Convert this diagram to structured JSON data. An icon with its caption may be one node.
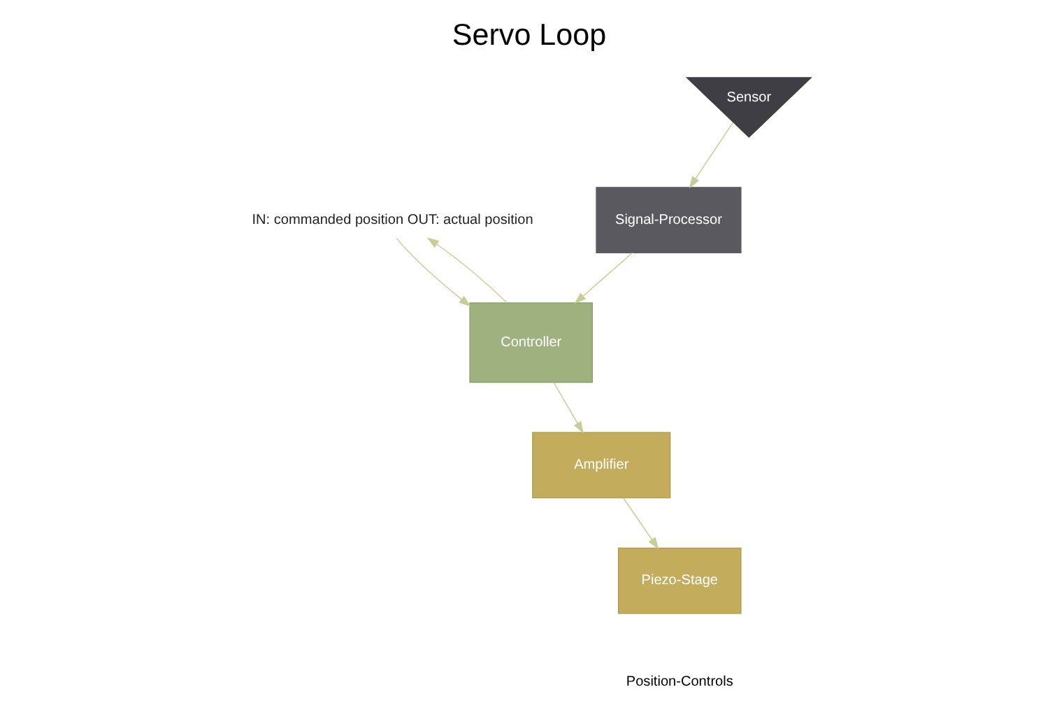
{
  "diagram": {
    "title": "Servo Loop",
    "nodes": [
      {
        "text": [
          "IN: commanded position OUT: actual position"
        ]
      },
      {
        "text": [
          "Signal-Processor"
        ]
      },
      {
        "text": [
          "Sensor"
        ]
      },
      {
        "text": [
          "Controller"
        ]
      },
      {
        "text": [
          "Piezo-Stage"
        ]
      },
      {
        "text": [
          "Amplifier"
        ]
      }
    ],
    "edges": [
      {
        "from": 2,
        "to": 1,
        "arrow": "to"
      },
      {
        "from": 1,
        "to": 3,
        "arrow": "to"
      },
      {
        "from": 3,
        "to": 0,
        "arrow": "to"
      },
      {
        "from": 0,
        "to": 3,
        "arrow": "to"
      },
      {
        "from": 3,
        "to": 5,
        "arrow": "to"
      },
      {
        "from": 5,
        "to": 4,
        "arrow": "to"
      }
    ],
    "labels": [
      "Position-Controls"
    ]
  }
}
